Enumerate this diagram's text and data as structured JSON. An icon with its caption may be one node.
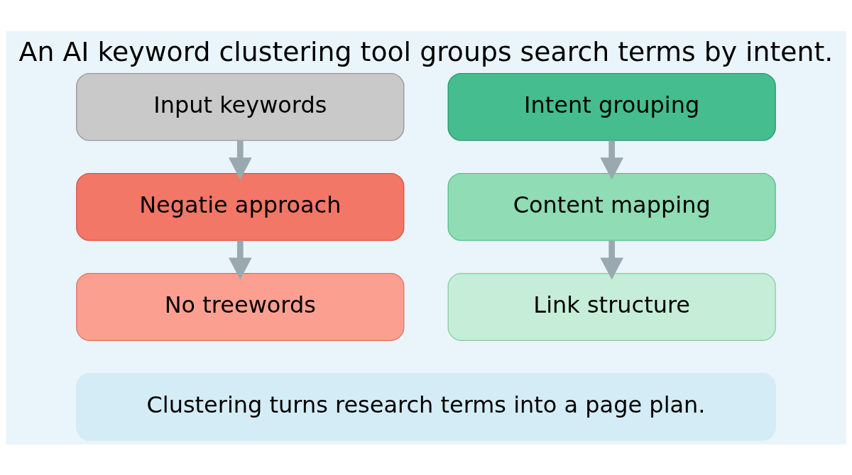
{
  "diagram": {
    "title": "An AI keyword clustering tool groups search terms by intent.",
    "nodes": [
      {
        "text": [
          "Input keywords"
        ]
      },
      {
        "text": [
          "Negatie approach"
        ]
      },
      {
        "text": [
          "No treewords"
        ]
      },
      {
        "text": [
          "Intent grouping"
        ]
      },
      {
        "text": [
          "Content mapping"
        ]
      },
      {
        "text": [
          "Link structure"
        ]
      },
      {
        "text": [
          "Clustering turns research terms into a page plan."
        ]
      }
    ],
    "edges": [
      {
        "from": 0,
        "to": 1,
        "arrow": "to"
      },
      {
        "from": 1,
        "to": 2,
        "arrow": "to"
      },
      {
        "from": 3,
        "to": 4,
        "arrow": "to"
      },
      {
        "from": 4,
        "to": 5,
        "arrow": "to"
      }
    ]
  }
}
